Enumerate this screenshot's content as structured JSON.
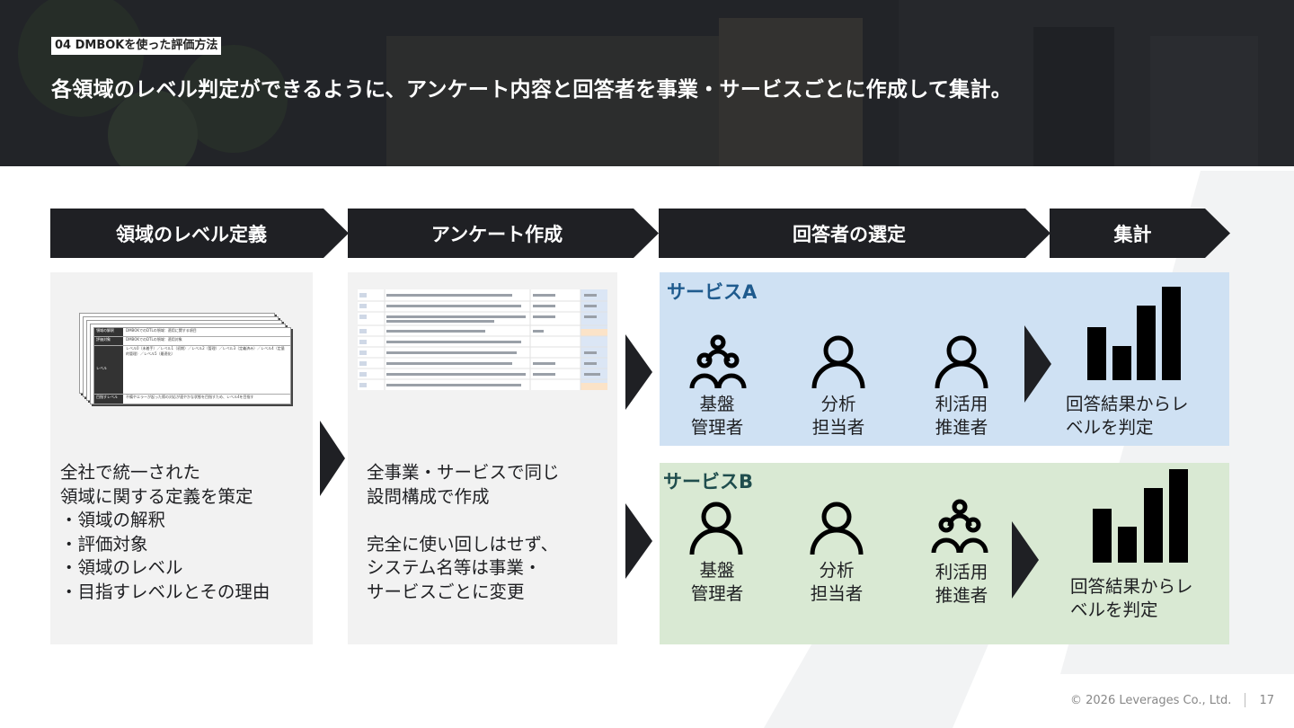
{
  "header": {
    "section_tag": "04 DMBOKを使った評価方法",
    "headline": "各領域のレベル判定ができるように、アンケート内容と回答者を事業・サービスごとに作成して集計。"
  },
  "steps": [
    {
      "label": "領域のレベル定義"
    },
    {
      "label": "アンケート作成"
    },
    {
      "label": "回答者の選定"
    },
    {
      "label": "集計"
    }
  ],
  "panel1": {
    "text": "全社で統一された\n領域に関する定義を策定\n・領域の解釈\n・評価対象\n・領域のレベル\n・目指すレベルとその理由"
  },
  "panel2": {
    "text": "全事業・サービスで同じ\n設問構成で作成\n\n完全に使い回しはせず、\nシステム名等は事業・\nサービスごとに変更"
  },
  "mini_table": {
    "rows": [
      {
        "label": "領域の解釈",
        "desc": "DMBOKでのDTLの領域：適用に関する項目"
      },
      {
        "label": "評価対象",
        "desc": "DMBOKでのDTLの領域：適用対象"
      },
      {
        "label": "レベル",
        "desc": "レベル0（未着手）／レベル1（初期）／レベル2（管理）／レベル3（定義済み）／レベル4（定量的管理）／レベル5（最適化）"
      },
      {
        "label": "目指すレベル",
        "desc": "不備やエラーが起った際の対応が速やかな状態を目指すため、レベル4を目指す"
      }
    ]
  },
  "services": [
    {
      "title": "サービスA",
      "roles": [
        "基盤\n管理者",
        "分析\n担当者",
        "利活用\n推進者"
      ],
      "role_icons": [
        "group-icon",
        "person-icon",
        "person-icon"
      ],
      "result": "回答結果からレ\nベルを判定",
      "bars": [
        0.57,
        0.37,
        0.8,
        1.0
      ]
    },
    {
      "title": "サービスB",
      "roles": [
        "基盤\n管理者",
        "分析\n担当者",
        "利活用\n推進者"
      ],
      "role_icons": [
        "person-icon",
        "person-icon",
        "group-icon"
      ],
      "result": "回答結果からレ\nベルを判定",
      "bars": [
        0.58,
        0.38,
        0.8,
        1.0
      ]
    }
  ],
  "footer": {
    "copyright": "© 2026 Leverages Co., Ltd.",
    "page": "17"
  },
  "colors": {
    "dark": "#1f2024",
    "serviceA_bg": "#cfe1f3",
    "serviceA_title": "#1f5b8e",
    "serviceB_bg": "#d9e9d3",
    "serviceB_title": "#1f4d4d",
    "panel_bg": "#f2f2f2"
  }
}
